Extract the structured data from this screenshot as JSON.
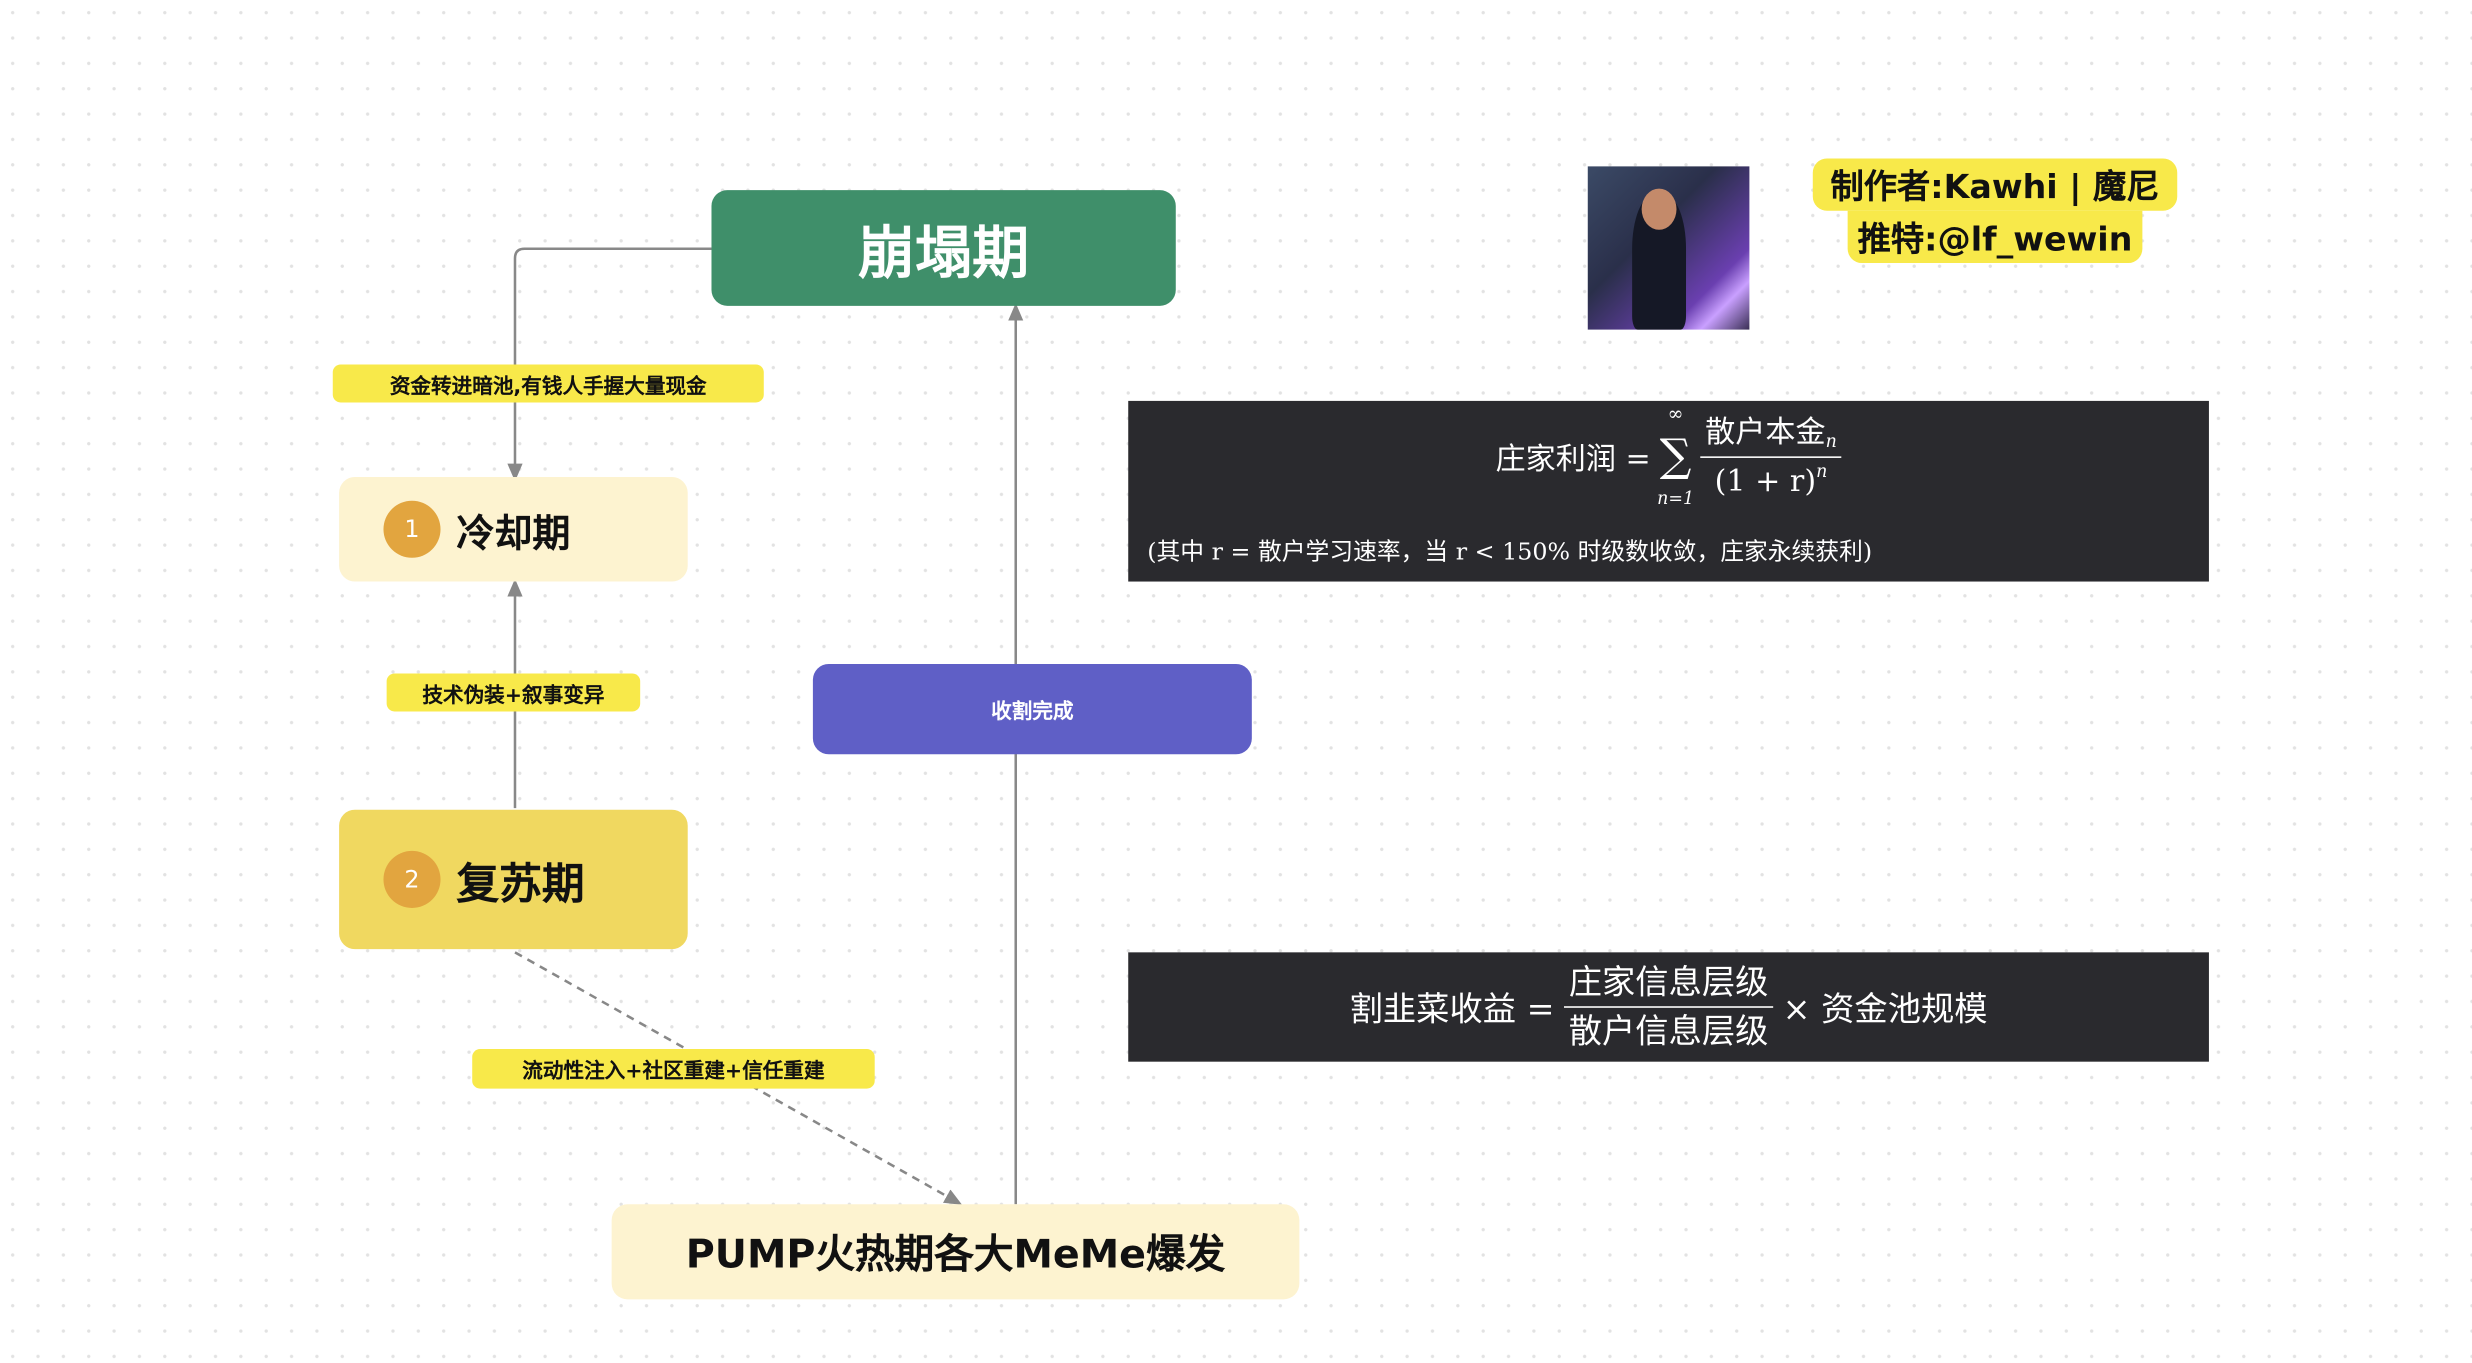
{
  "nodes": {
    "collapse": "崩塌期",
    "cooldown": {
      "number": "1",
      "label": "冷却期"
    },
    "recovery": {
      "number": "2",
      "label": "复苏期"
    },
    "pump": "PUMP火热期各大MeMe爆发",
    "harvest": "收割完成"
  },
  "edges": {
    "collapse_to_cooldown": "资金转进暗池,有钱人手握大量现金",
    "recovery_to_cooldown": "技术伪装+叙事变异",
    "recovery_to_pump": "流动性注入+社区重建+信任重建"
  },
  "credits": {
    "author": "制作者:Kawhi | 魔尼",
    "twitter": "推特:@lf_wewin"
  },
  "formula1": {
    "lhs": "庄家利润 =",
    "sum_top": "∞",
    "sum_sign": "∑",
    "sum_bottom": "n=1",
    "numerator": "散户本金",
    "numerator_sub": "n",
    "denominator": "(1 + r)",
    "denominator_sup": "n",
    "note": "(其中 r = 散户学习速率，当 r < 150% 时级数收敛，庄家永续获利)"
  },
  "formula2": {
    "lhs": "割韭菜收益 =",
    "numerator": "庄家信息层级",
    "denominator": "散户信息层级",
    "rhs": "× 资金池规模"
  },
  "colors": {
    "collapse": "#3f8f6a",
    "harvest": "#5f5fc6",
    "cooldown": "#fdf3d0",
    "recovery": "#f0d860",
    "label": "#f8e94a",
    "formula_bg": "#2a2a2e"
  }
}
